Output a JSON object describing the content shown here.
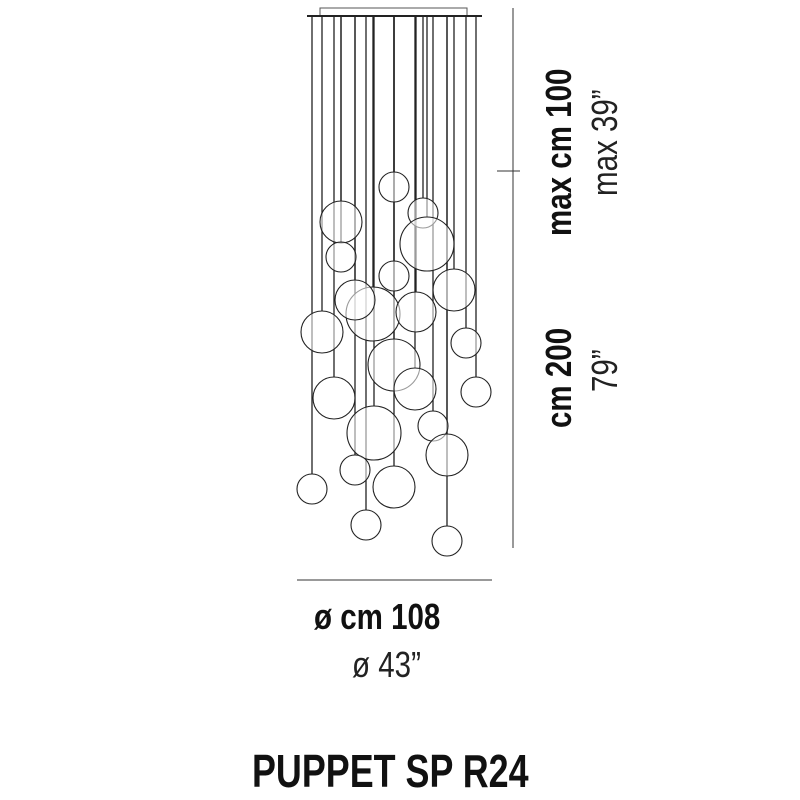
{
  "product": {
    "name": "PUPPET SP R24"
  },
  "dimensions": {
    "height_max_metric": "max cm 100",
    "height_max_imperial": "max 39”",
    "height_metric": "cm 200",
    "height_imperial": "79”",
    "diameter_metric": "ø cm 108",
    "diameter_imperial": "ø 43”"
  },
  "colors": {
    "line": "#222222",
    "background": "#ffffff"
  }
}
